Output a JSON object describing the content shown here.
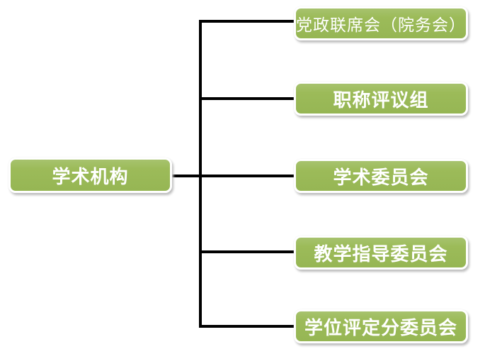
{
  "diagram": {
    "title": "academic-organization-chart",
    "root": {
      "label": "学术机构"
    },
    "children": [
      {
        "label": "党政联席会（院务会）"
      },
      {
        "label": "职称评议组"
      },
      {
        "label": "学术委员会"
      },
      {
        "label": "教学指导委员会"
      },
      {
        "label": "学位评定分委员会"
      }
    ],
    "colors": {
      "node_fill": "#9cbb59",
      "node_border": "#ffffff",
      "node_shadow": "#bdbdbd",
      "connector": "#000000",
      "text": "#ffffff",
      "background": "#ffffff"
    }
  }
}
